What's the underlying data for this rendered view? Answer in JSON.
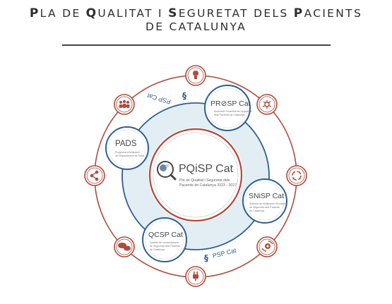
{
  "header": {
    "title_line1_parts": [
      {
        "cap": "P",
        "rest": "LA DE "
      },
      {
        "cap": "Q",
        "rest": "UALITAT I "
      },
      {
        "cap": "S",
        "rest": "EGURETAT DELS "
      },
      {
        "cap": "P",
        "rest": "ACIENTS"
      }
    ],
    "title_line2": "DE CATALUNYA"
  },
  "center": {
    "title": "PQiSP Cat",
    "subtitle_line1": "Pla de Qualitat i Seguretat dels",
    "subtitle_line2": "Pacients de Catalunya 2023 - 2027"
  },
  "nodes": {
    "prosp": {
      "title": "PR⊘SP Cat",
      "desc_line1": "Avaluació Proactiva de Seguretat",
      "desc_line2": "dels Pacients de Catalunya"
    },
    "pads": {
      "title": "PADS",
      "desc_line1": "Programa d'Avaluació",
      "desc_line2": "del Departament de Salut"
    },
    "snisp": {
      "title": "SNiSP Cat",
      "desc_line1": "Sistema de Notificació d'Incidents",
      "desc_line2": "de Seguretat dels Pacients",
      "desc_line3": "de Catalunya"
    },
    "qcsp": {
      "title": "QCSP Cat",
      "desc_line1": "Quadre de comandament",
      "desc_line2": "de Seguretat dels Pacients",
      "desc_line3": "de Catalunya"
    }
  },
  "ring_labels": {
    "top": "PSP Cat",
    "bottom": "PSP Cat"
  },
  "icons": [
    "lightbulb-icon",
    "network-icon",
    "cycle-icon",
    "gear-cycle-icon",
    "plug-icon",
    "chat-icon",
    "share-icon",
    "people-icon"
  ],
  "colors": {
    "red": "#b04a3a",
    "blue": "#2f5f8f",
    "light_blue_fill": "#e3edf4",
    "text": "#2e2e2e"
  }
}
